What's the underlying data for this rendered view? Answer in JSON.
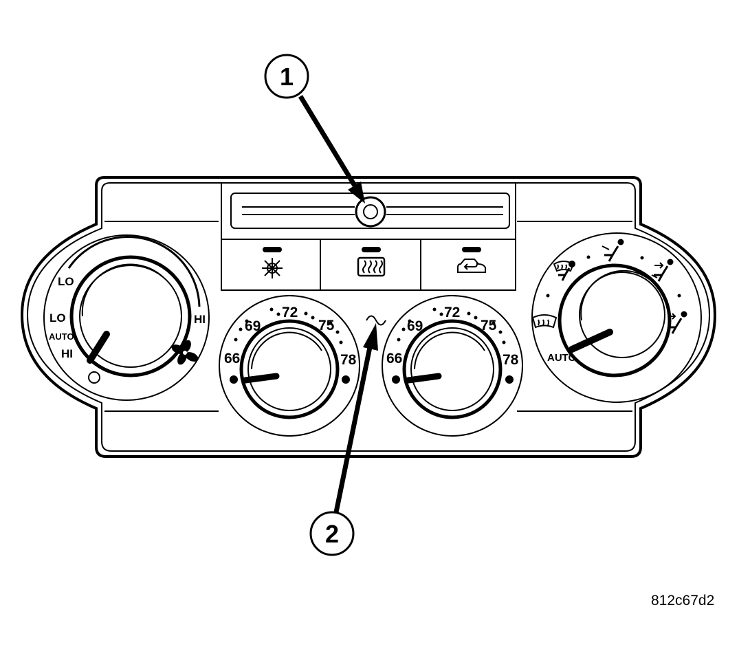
{
  "callouts": {
    "one": "1",
    "two": "2"
  },
  "blower_dial": {
    "lo_top": "LO",
    "lo_side": "LO",
    "auto": "AUTO",
    "hi_side": "HI",
    "hi_right": "HI"
  },
  "temp_dial_left": {
    "t66": "66",
    "t69": "69",
    "t72": "72",
    "t75": "75",
    "t78": "78"
  },
  "temp_dial_right": {
    "t66": "66",
    "t69": "69",
    "t72": "72",
    "t75": "75",
    "t78": "78"
  },
  "mode_dial": {
    "auto": "AUTO"
  },
  "buttons": [
    "ac-button",
    "rear-defrost-button",
    "recirculation-button"
  ],
  "figure_code": "812c67d2"
}
